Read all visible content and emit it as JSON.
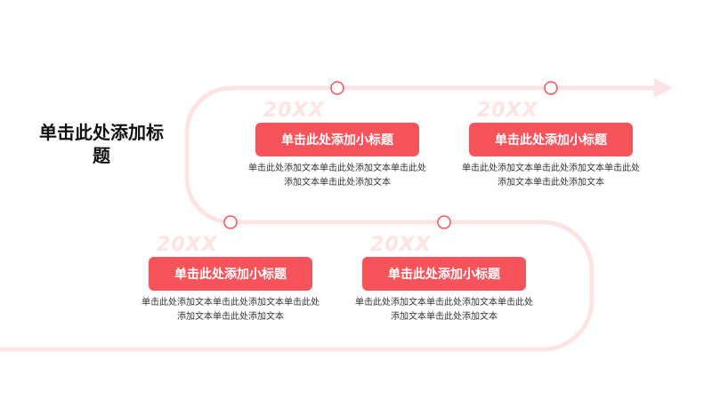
{
  "title": "单击此处添加标题",
  "colors": {
    "accent": "#f6535a",
    "path": "#fde3e4",
    "year_text": "#fde3e4"
  },
  "items": [
    {
      "year": "20XX",
      "subtitle": "单击此处添加小标题",
      "text": "单击此处添加文本单击此处添加文本单击此处添加文本单击此处添加文本"
    },
    {
      "year": "20XX",
      "subtitle": "单击此处添加小标题",
      "text": "单击此处添加文本单击此处添加文本单击此处添加文本单击此处添加文本"
    },
    {
      "year": "20XX",
      "subtitle": "单击此处添加小标题",
      "text": "单击此处添加文本单击此处添加文本单击此处添加文本单击此处添加文本"
    },
    {
      "year": "20XX",
      "subtitle": "单击此处添加小标题",
      "text": "单击此处添加文本单击此处添加文本单击此处添加文本单击此处添加文本"
    }
  ]
}
